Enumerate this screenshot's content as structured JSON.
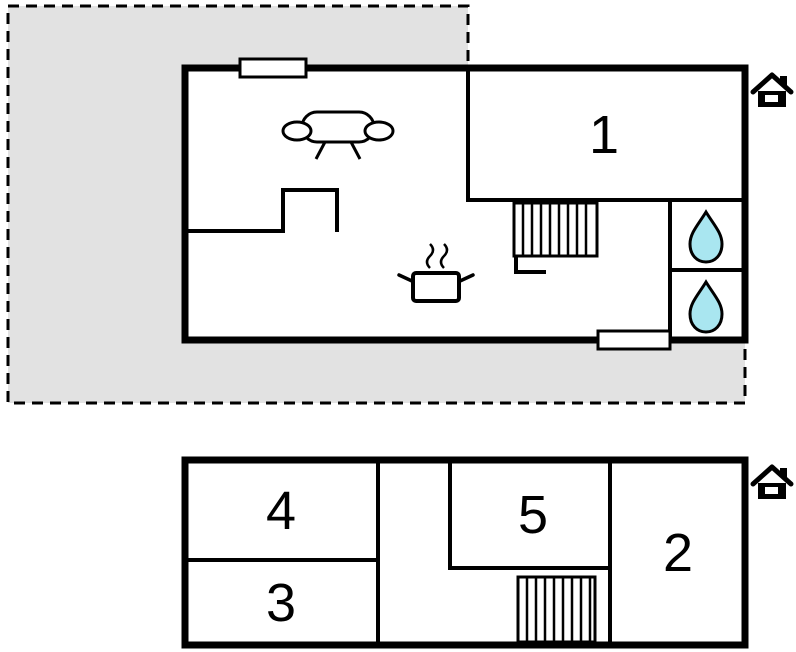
{
  "colors": {
    "terrace_fill": "#e2e2e2",
    "water_fill": "#a9e6f0",
    "wall": "#000000",
    "background": "#ffffff"
  },
  "rooms": {
    "r1": "1",
    "r2": "2",
    "r3": "3",
    "r4": "4",
    "r5": "5"
  },
  "icons": {
    "house": "house-icon",
    "sofa": "sofa-icon",
    "stove": "stove-pot-icon",
    "water_drop": "water-drop-icon",
    "stairs": "stairs-icon",
    "window": "window-icon"
  }
}
